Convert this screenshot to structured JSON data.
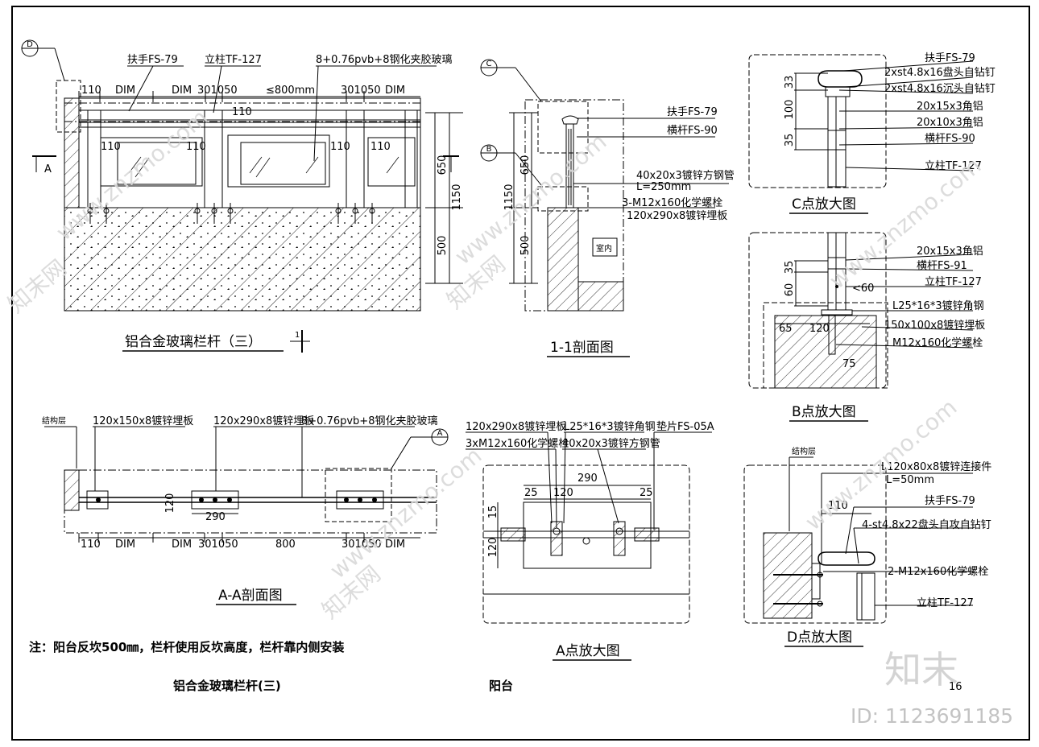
{
  "main_elevation": {
    "section_mark": "D",
    "cut_mark": "A",
    "labels": {
      "handrail": "扶手FS-79",
      "post": "立柱TF-127",
      "glass": "8+0.76pvb+8钢化夹胶玻璃"
    },
    "top_dims": [
      "110",
      "DIM",
      "DIM",
      "301050",
      "≤800mm",
      "110",
      "301050",
      "DIM"
    ],
    "inner_dims": [
      "110",
      "110",
      "110",
      "110"
    ],
    "right_dims": [
      "650",
      "1150",
      "500"
    ],
    "title": "铝合金玻璃栏杆（三）",
    "section_ref": "1"
  },
  "section_1_1": {
    "marks": [
      "C",
      "B"
    ],
    "labels": [
      "扶手FS-79",
      "横杆FS-90",
      "40x20x3镀锌方钢管",
      "L=250mm",
      "3-M12x160化学螺栓",
      "120x290x8镀锌埋板"
    ],
    "dims": [
      "650",
      "1150",
      "500"
    ],
    "room": "室内",
    "title": "1-1剖面图"
  },
  "detail_c": {
    "labels": [
      "扶手FS-79",
      "2xst4.8x16盘头自钻钉",
      "2xst4.8x16沉头自钻钉",
      "20x15x3角铝",
      "20x10x3角铝",
      "横杆FS-90",
      "立柱TF-127"
    ],
    "dims": [
      "33",
      "100",
      "35"
    ],
    "title": "C点放大图"
  },
  "detail_b": {
    "labels": [
      "20x15x3角铝",
      "横杆FS-91",
      "立柱TF-127",
      "L25*16*3镀锌角钢",
      "150x100x8镀锌埋板",
      "M12x160化学螺栓"
    ],
    "dims": [
      "35",
      "60",
      "<60",
      "65",
      "120",
      "75"
    ],
    "title": "B点放大图"
  },
  "section_a_a": {
    "mark": "A",
    "labels": {
      "structure": "结构层",
      "plate1": "120x150x8镀锌埋板",
      "plate2": "120x290x8镀锌埋板",
      "glass": "8+0.76pvb+8钢化夹胶玻璃"
    },
    "dims": [
      "110",
      "DIM",
      "DIM",
      "301050",
      "800",
      "301050",
      "DIM",
      "290",
      "120"
    ],
    "title": "A-A剖面图"
  },
  "detail_a": {
    "labels": [
      "120x290x8镀锌埋板",
      "3xM12x160化学螺栓",
      "L25*16*3镀锌角钢",
      "40x20x3镀锌方钢管",
      "垫片FS-05A"
    ],
    "dims": [
      "290",
      "25",
      "120",
      "25",
      "15",
      "120"
    ],
    "title": "A点放大图"
  },
  "detail_d": {
    "labels": [
      "结构层",
      "L120x80x8镀锌连接件",
      "L=50mm",
      "扶手FS-79",
      "4-st4.8x22盘头自攻自钻钉",
      "2-M12x160化学螺栓",
      "立柱TF-127"
    ],
    "dims": [
      "110"
    ],
    "title": "D点放大图"
  },
  "footer": {
    "note": "注：阳台反坎500㎜，栏杆使用反坎高度，栏杆靠内侧安装",
    "drawing_name": "铝合金玻璃栏杆(三)",
    "location": "阳台",
    "page": "16"
  },
  "watermark": {
    "site": "www.znzmo.com",
    "brand": "知末网",
    "logo": "知末",
    "id": "ID: 1123691185"
  }
}
